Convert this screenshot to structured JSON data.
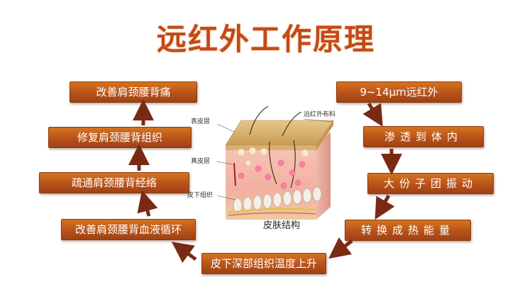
{
  "title": "远红外工作原理",
  "left_flow": [
    "改善肩颈腰背痛",
    "修复肩颈腰背组织",
    "疏通肩颈腰背经络",
    "改善肩颈腰背血液循环"
  ],
  "right_flow": [
    "9~14μm远红外",
    "渗透到体内",
    "大份子团振动",
    "转换成热能量"
  ],
  "bottom_box": "皮下深部组织温度上升",
  "skin_diagram": {
    "caption": "皮肤结构",
    "labels": {
      "epidermis": "表皮层",
      "dermis": "真皮层",
      "subcutaneous": "皮下组织",
      "far_infrared_fabric": "远红外布料"
    }
  },
  "colors": {
    "title": "#c24a1a",
    "box": "#b8521a",
    "arrow": "#7a2a12"
  }
}
